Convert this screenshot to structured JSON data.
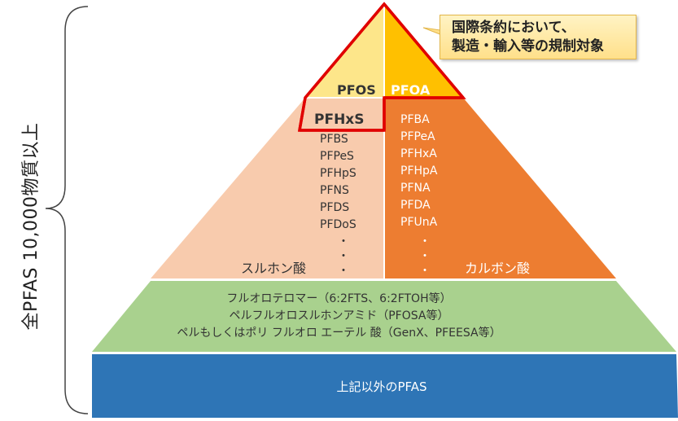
{
  "side_label": "全PFAS 10,000物質以上",
  "callout": {
    "line1": "国際条約において、",
    "line2": "製造・輸入等の規制対象"
  },
  "top": {
    "pfos": "PFOS",
    "pfoa": "PFOA",
    "pfhxs": "PFHxS"
  },
  "sulfonic": {
    "items": [
      "PFBS",
      "PFPeS",
      "PFHpS",
      "PFNS",
      "PFDS",
      "PFDoS"
    ],
    "label": "スルホン酸"
  },
  "carboxylic": {
    "items": [
      "PFBA",
      "PFPeA",
      "PFHxA",
      "PFHpA",
      "PFNA",
      "PFDA",
      "PFUnA"
    ],
    "label": "カルボン酸"
  },
  "middle": {
    "line1": "フルオロテロマー（6:2FTS、6:2FTOH等）",
    "line2": "ペルフルオロスルホンアミド（PFOSA等）",
    "line3": "ペルもしくはポリ フルオロ エーテル 酸（GenX、PFEESA等）"
  },
  "bottom": {
    "label": "上記以外のPFAS"
  },
  "colors": {
    "top_left": "#fde68a",
    "top_right": "#ffc000",
    "sulfonic": "#f8cbad",
    "carboxylic": "#ed7d31",
    "middle": "#a9d18e",
    "bottom": "#2e75b6",
    "outline": "#e00000"
  }
}
